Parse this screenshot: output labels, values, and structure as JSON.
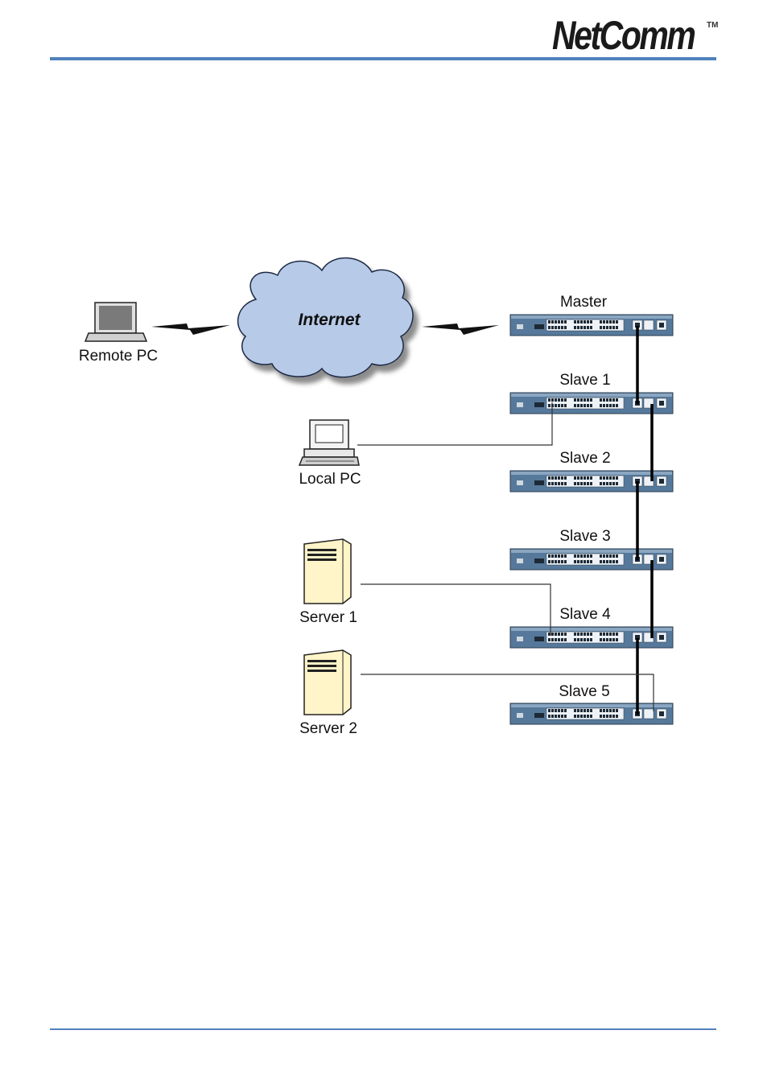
{
  "header": {
    "logo_text": "NetComm",
    "logo_tm": "TM"
  },
  "diagram": {
    "cloud_label": "Internet",
    "devices": {
      "remote_pc": "Remote PC",
      "local_pc": "Local PC",
      "server1": "Server 1",
      "server2": "Server 2"
    },
    "switches": [
      "Master",
      "Slave 1",
      "Slave 2",
      "Slave 3",
      "Slave 4",
      "Slave 5"
    ]
  },
  "colors": {
    "accent_rule": "#4f81bd",
    "cloud_fill": "#b4c7e7",
    "switch_body": "#5a7fa0",
    "server_fill": "#fff5c8"
  }
}
